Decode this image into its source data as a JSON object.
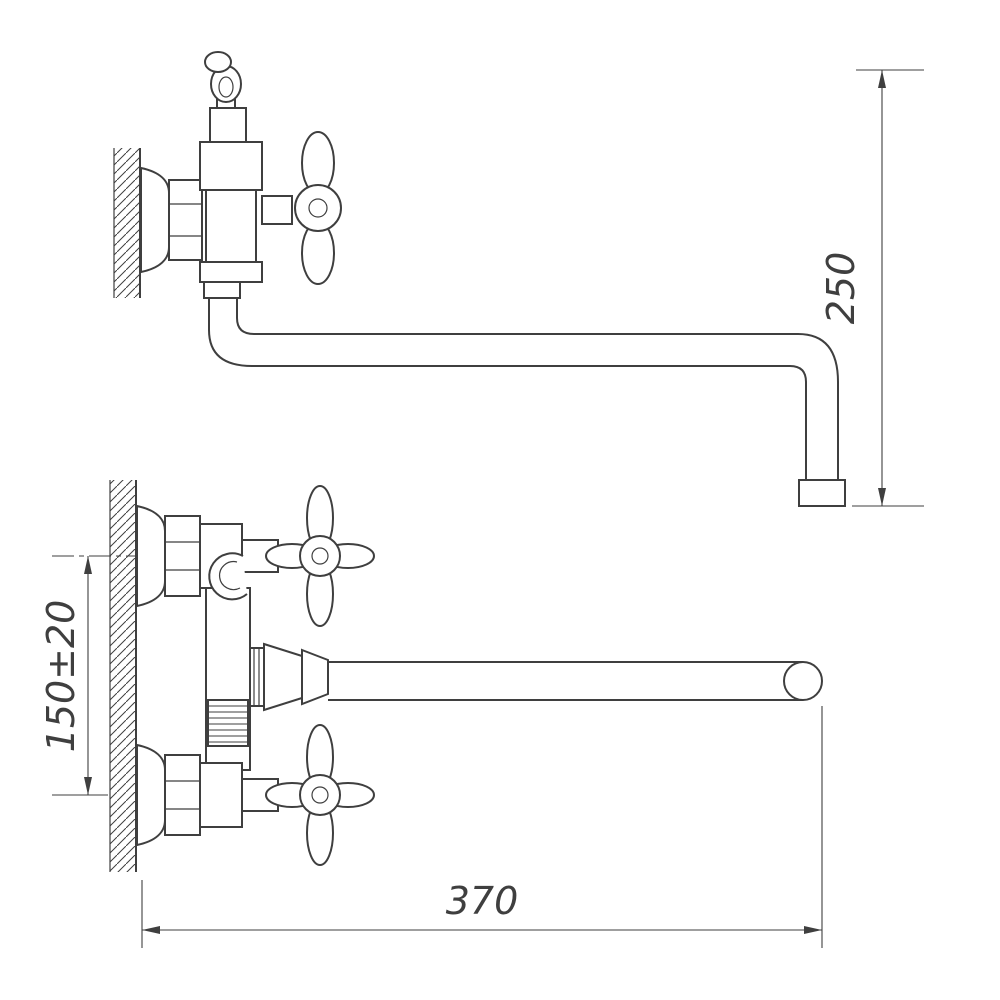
{
  "colors": {
    "line": "#3f3f3f",
    "background": "#ffffff"
  },
  "dimensions": {
    "spout_drop": "250",
    "inlet_spacing": "150±20",
    "spout_reach": "370"
  }
}
